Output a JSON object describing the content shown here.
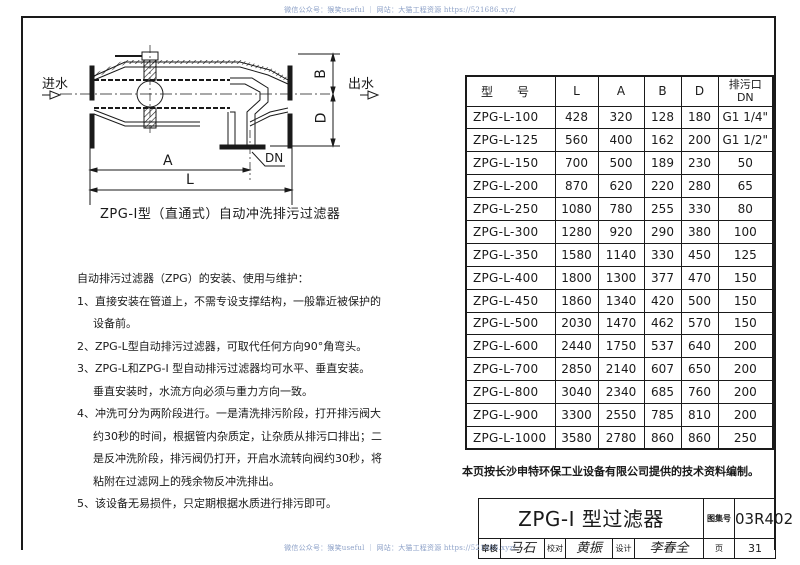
{
  "watermark": {
    "top": "微信公众号：猴笑useful ｜ 网站：大猫工程资源 https://521686.xyz/",
    "bottom": "微信公众号：猴笑useful ｜ 网站：大猫工程资源 https://521686.xyz/"
  },
  "drawing": {
    "inlet_label": "进水",
    "outlet_label": "出水",
    "dim_A": "A",
    "dim_L": "L",
    "dim_B": "B",
    "dim_D": "D",
    "dim_DN": "DN",
    "caption": "ZPG-Ⅰ型（直通式）自动冲洗排污过滤器"
  },
  "notes": {
    "heading": "自动排污过滤器（ZPG）的安装、使用与维护：",
    "items": [
      {
        "num": "1、",
        "lines": [
          "直接安装在管道上，不需专设支撑结构，一般靠近被保护的",
          "设备前。"
        ]
      },
      {
        "num": "2、",
        "lines": [
          "ZPG-L型自动排污过滤器，可取代任何方向90°角弯头。"
        ]
      },
      {
        "num": "3、",
        "lines": [
          "ZPG-L和ZPG-Ⅰ 型自动排污过滤器均可水平、垂直安装。",
          "垂直安装时，水流方向必须与重力方向一致。"
        ]
      },
      {
        "num": "4、",
        "lines": [
          "冲洗可分为两阶段进行。一是清洗排污阶段，打开排污阀大",
          "约30秒的时间，根据管内杂质定，让杂质从排污口排出；二",
          "是反冲洗阶段，排污阀仍打开，开启水流转向阀约30秒，将",
          "粘附在过滤网上的残余物反冲洗排出。"
        ]
      },
      {
        "num": "5、",
        "lines": [
          "该设备无易损件，只定期根据水质进行排污即可。"
        ]
      }
    ]
  },
  "table": {
    "headers": {
      "model": "型　　号",
      "L": "L",
      "A": "A",
      "B": "B",
      "D": "D",
      "dn_line1": "排污口",
      "dn_line2": "DN"
    },
    "rows": [
      {
        "model": "ZPG-L-100",
        "L": "428",
        "A": "320",
        "B": "128",
        "D": "180",
        "DN": "G1  1/4\""
      },
      {
        "model": "ZPG-L-125",
        "L": "560",
        "A": "400",
        "B": "162",
        "D": "200",
        "DN": "G1  1/2\""
      },
      {
        "model": "ZPG-L-150",
        "L": "700",
        "A": "500",
        "B": "189",
        "D": "230",
        "DN": "50"
      },
      {
        "model": "ZPG-L-200",
        "L": "870",
        "A": "620",
        "B": "220",
        "D": "280",
        "DN": "65"
      },
      {
        "model": "ZPG-L-250",
        "L": "1080",
        "A": "780",
        "B": "255",
        "D": "330",
        "DN": "80"
      },
      {
        "model": "ZPG-L-300",
        "L": "1280",
        "A": "920",
        "B": "290",
        "D": "380",
        "DN": "100"
      },
      {
        "model": "ZPG-L-350",
        "L": "1580",
        "A": "1140",
        "B": "330",
        "D": "450",
        "DN": "125"
      },
      {
        "model": "ZPG-L-400",
        "L": "1800",
        "A": "1300",
        "B": "377",
        "D": "470",
        "DN": "150"
      },
      {
        "model": "ZPG-L-450",
        "L": "1860",
        "A": "1340",
        "B": "420",
        "D": "500",
        "DN": "150"
      },
      {
        "model": "ZPG-L-500",
        "L": "2030",
        "A": "1470",
        "B": "462",
        "D": "570",
        "DN": "150"
      },
      {
        "model": "ZPG-L-600",
        "L": "2440",
        "A": "1750",
        "B": "537",
        "D": "640",
        "DN": "200"
      },
      {
        "model": "ZPG-L-700",
        "L": "2850",
        "A": "2140",
        "B": "607",
        "D": "650",
        "DN": "200"
      },
      {
        "model": "ZPG-L-800",
        "L": "3040",
        "A": "2340",
        "B": "685",
        "D": "760",
        "DN": "200"
      },
      {
        "model": "ZPG-L-900",
        "L": "3300",
        "A": "2550",
        "B": "785",
        "D": "810",
        "DN": "200"
      },
      {
        "model": "ZPG-L-1000",
        "L": "3580",
        "A": "2780",
        "B": "860",
        "D": "860",
        "DN": "250"
      }
    ]
  },
  "source_note": "本页按长沙申特环保工业设备有限公司提供的技术资料编制。",
  "title_block": {
    "title": "ZPG-Ⅰ 型过滤器",
    "atlas_label": "图集号",
    "atlas_no": "03R402",
    "review_label": "审核",
    "review_sig": "马石",
    "check_label": "校对",
    "check_sig": "黄振",
    "design_label": "设计",
    "design_sig": "李春全",
    "page_label": "页",
    "page_no": "31"
  }
}
